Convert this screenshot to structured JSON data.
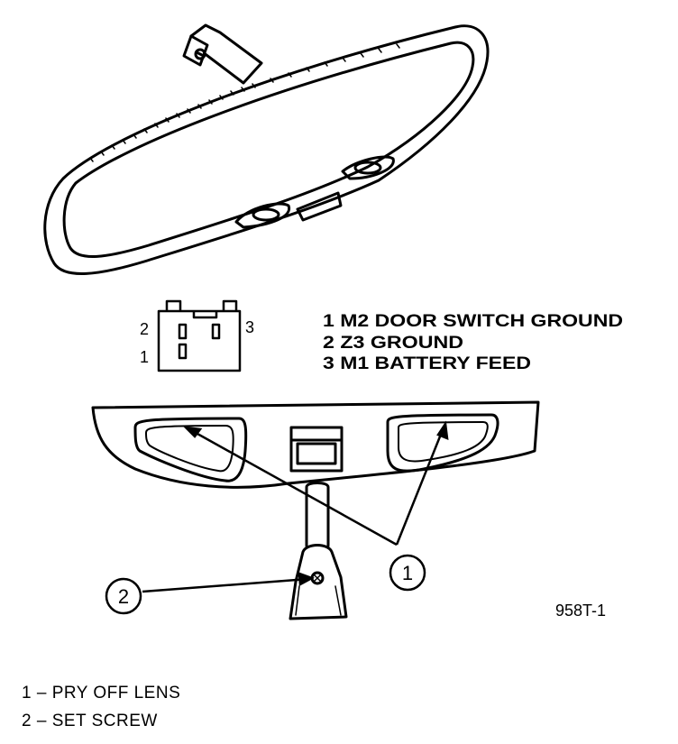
{
  "connector": {
    "pins": [
      "1",
      "2",
      "3"
    ],
    "wiring": [
      "1 M2 DOOR SWITCH GROUND",
      "2 Z3 GROUND",
      "3 M1 BATTERY FEED"
    ]
  },
  "callouts": {
    "one": "1",
    "two": "2"
  },
  "figure_id": "958T-1",
  "legend": [
    "1 – PRY OFF LENS",
    "2 – SET SCREW"
  ]
}
